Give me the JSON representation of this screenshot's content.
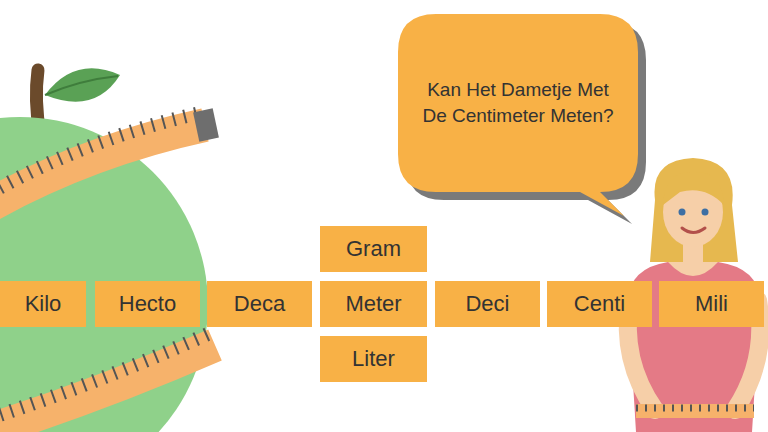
{
  "diagram": {
    "nodes": [
      {
        "text": [
          "Kan Het Dametje Met De Centimeter Meten?"
        ]
      },
      {
        "text": [
          "Gram"
        ]
      },
      {
        "text": [
          "Kilo"
        ]
      },
      {
        "text": [
          "Hecto"
        ]
      },
      {
        "text": [
          "Deca"
        ]
      },
      {
        "text": [
          "Meter"
        ]
      },
      {
        "text": [
          "Deci"
        ]
      },
      {
        "text": [
          "Centi"
        ]
      },
      {
        "text": [
          "Mili"
        ]
      },
      {
        "text": [
          "Liter"
        ]
      }
    ]
  }
}
